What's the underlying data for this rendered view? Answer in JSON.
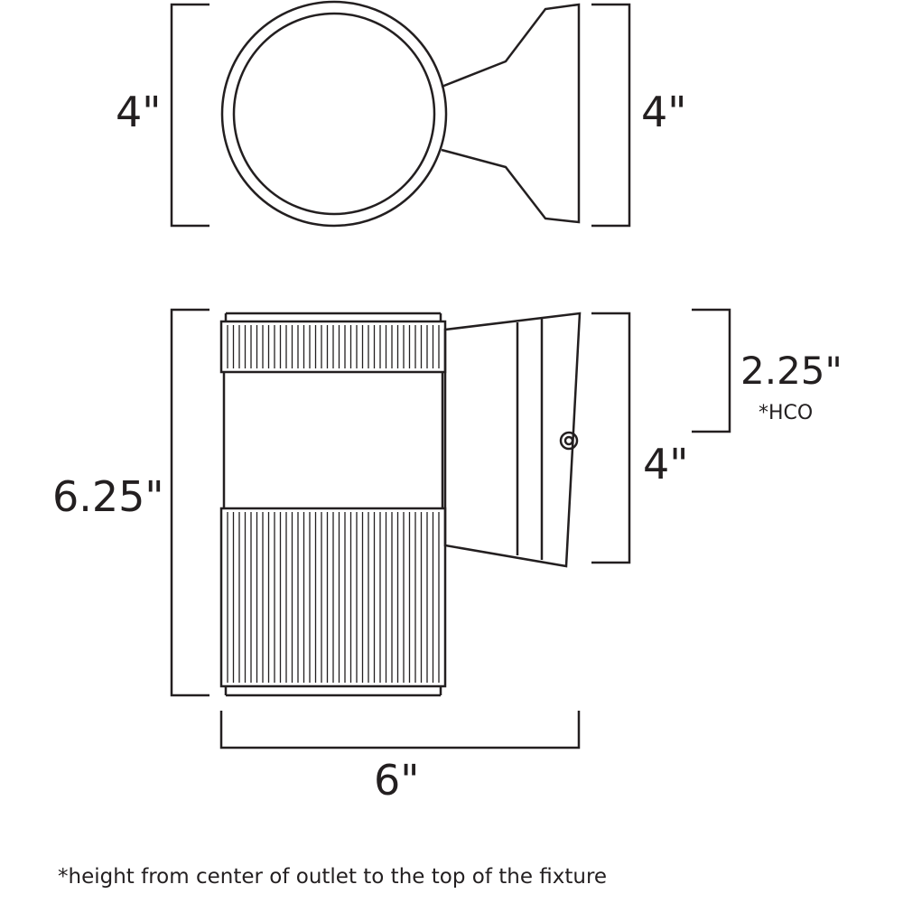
{
  "top_view": {
    "left_height_label": "4\"",
    "right_height_label": "4\""
  },
  "side_view": {
    "height_label": "6.25\"",
    "hco_label": "2.25\"",
    "hco_note": "*HCO",
    "backplate_label": "4\"",
    "width_label": "6\""
  },
  "footnote": "*height from center of outlet to the top of the fixture",
  "colors": {
    "line": "#231f20",
    "background": "#ffffff"
  }
}
